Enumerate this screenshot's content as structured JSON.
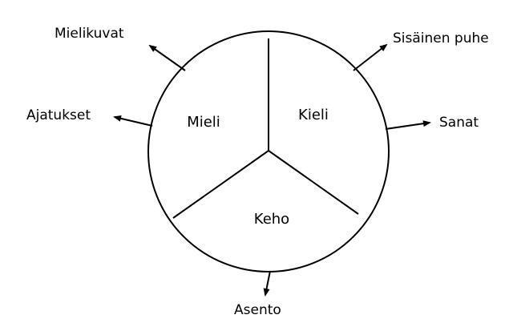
{
  "colors": {
    "stroke": "#000000",
    "background": "#ffffff"
  },
  "sectors": {
    "mind": "Mieli",
    "language": "Kieli",
    "body": "Keho"
  },
  "outputs": {
    "images": "Mielikuvat",
    "thoughts": "Ajatukset",
    "inner_speech": "Sisäinen puhe",
    "words": "Sanat",
    "posture": "Asento"
  }
}
